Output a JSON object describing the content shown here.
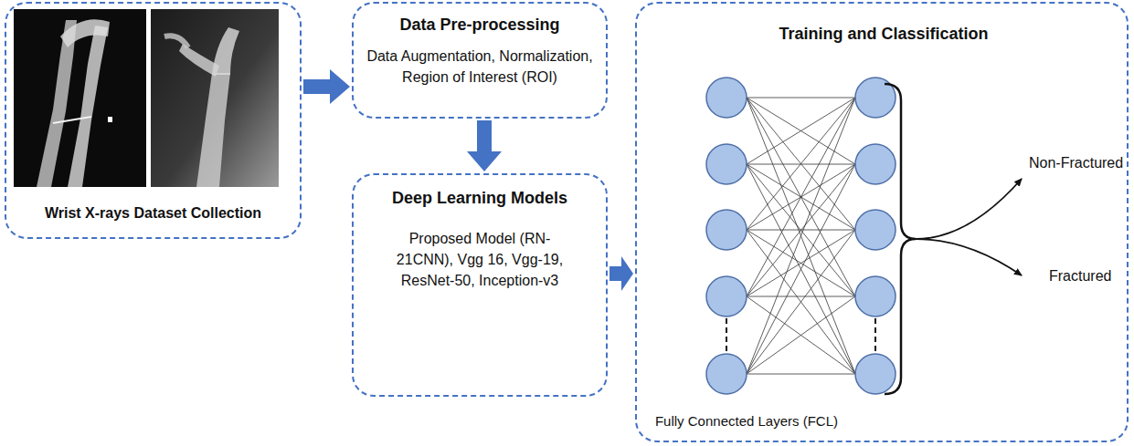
{
  "diagram": {
    "nodes": [
      {
        "text": [
          "Wrist X-rays Dataset Collection"
        ]
      },
      {
        "text": [
          "Data Pre-processing",
          "Data Augmentation, Normalization, Region of Interest (ROI)"
        ]
      },
      {
        "text": [
          "Deep Learning Models",
          "Proposed Model (RN-21CNN), Vgg 16, Vgg-19, ResNet-50, Inception-v3"
        ]
      },
      {
        "text": [
          "Training and Classification",
          "Fully Connected Layers (FCL)"
        ]
      }
    ],
    "edges": [
      {
        "from": 0,
        "to": 1,
        "arrow": "to"
      },
      {
        "from": 1,
        "to": 2,
        "arrow": "to"
      },
      {
        "from": 2,
        "to": 3,
        "arrow": "to"
      }
    ],
    "labels": [
      "Non-Fractured",
      "Fractured"
    ]
  }
}
